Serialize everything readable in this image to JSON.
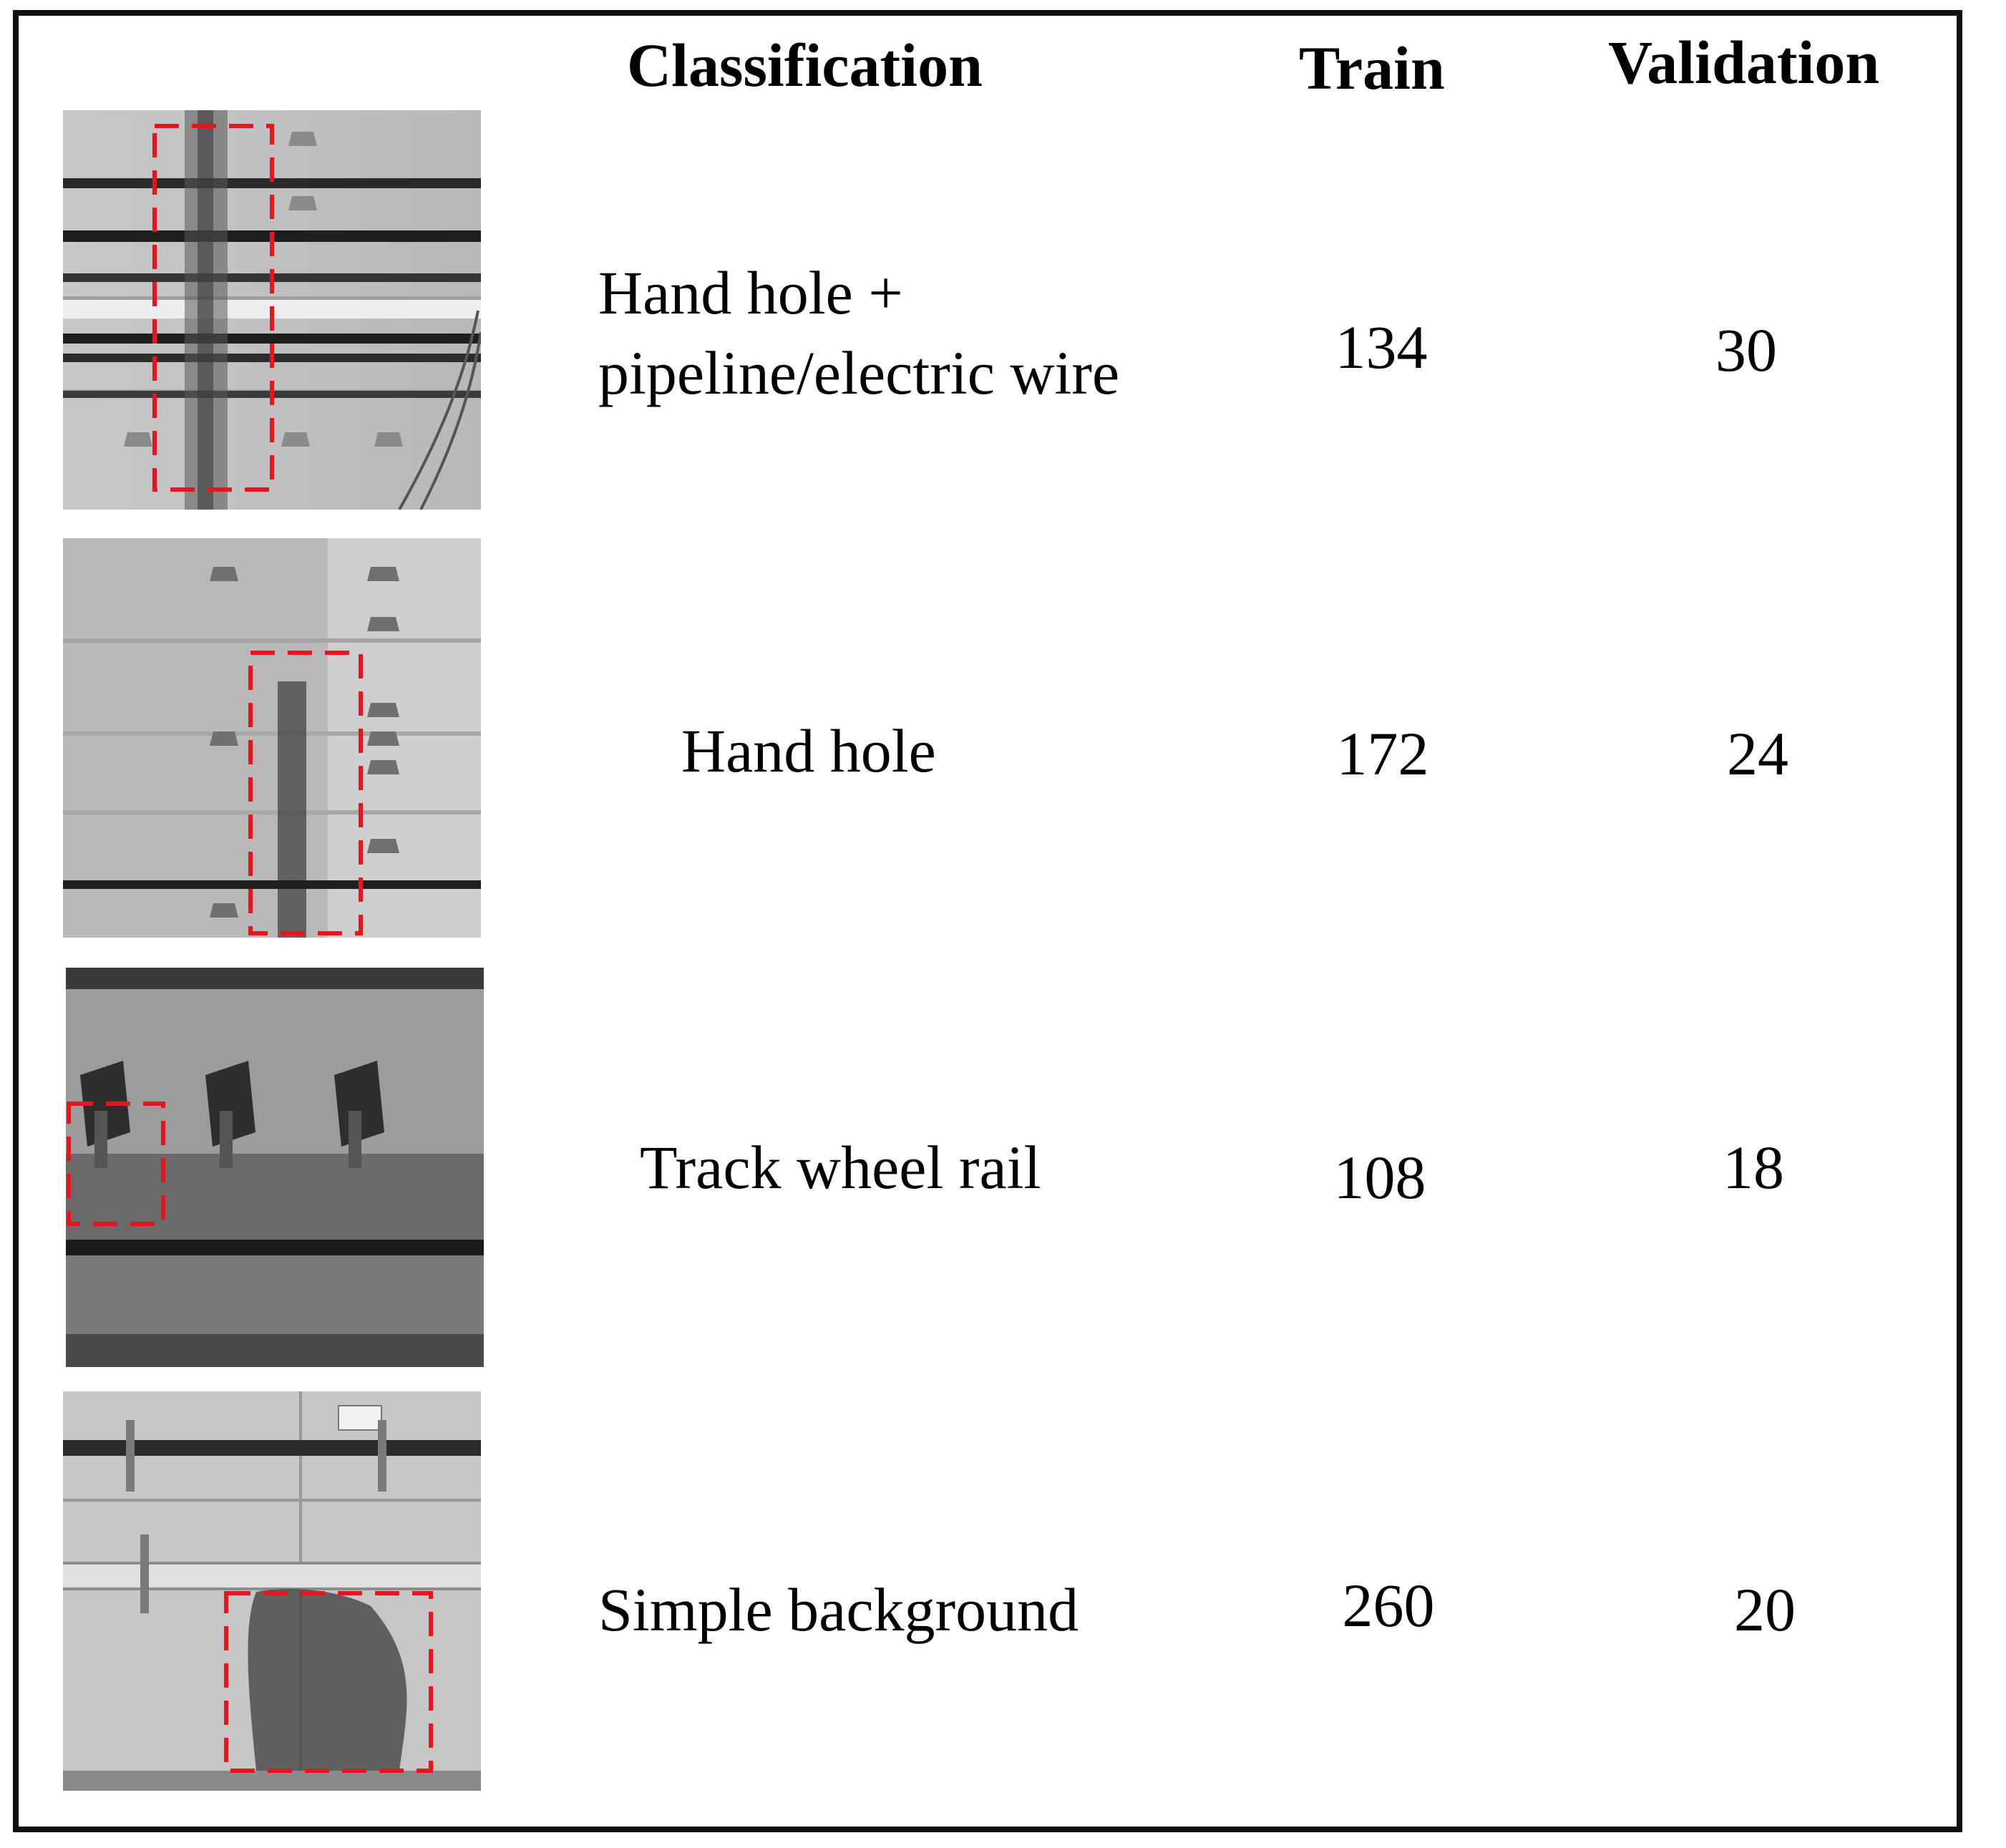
{
  "table": {
    "headers": {
      "classification": "Classification",
      "train": "Train",
      "validation": "Validation"
    },
    "rows": [
      {
        "classification_line1": "Hand hole +",
        "classification_line2": "pipeline/electric wire",
        "train": "134",
        "validation": "30"
      },
      {
        "classification": "Hand hole",
        "train": "172",
        "validation": "24"
      },
      {
        "classification": "Track wheel rail",
        "train": "108",
        "validation": "18"
      },
      {
        "classification": "Simple background",
        "train": "260",
        "validation": "20"
      }
    ]
  },
  "colors": {
    "highlight_box": "#e8141e",
    "border": "#111111"
  }
}
